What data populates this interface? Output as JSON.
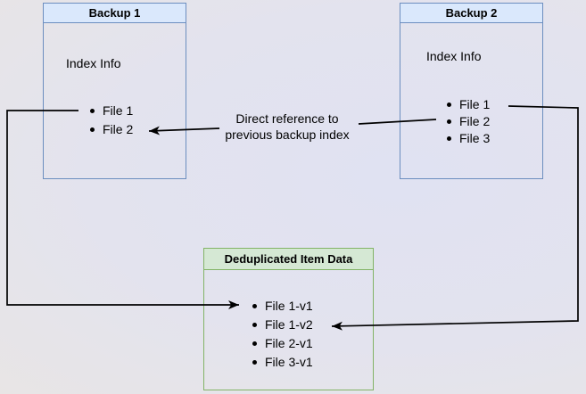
{
  "diagram": {
    "backup1": {
      "title": "Backup 1",
      "subtitle": "Index Info",
      "files": [
        "File 1",
        "File 2"
      ]
    },
    "backup2": {
      "title": "Backup 2",
      "subtitle": "Index Info",
      "files": [
        "File 1",
        "File 2",
        "File 3"
      ]
    },
    "dedup": {
      "title": "Deduplicated Item Data",
      "files": [
        "File 1-v1",
        "File 1-v2",
        "File 2-v1",
        "File 3-v1"
      ]
    },
    "edge_label": {
      "line1": "Direct reference to",
      "line2": "previous backup index"
    },
    "colors": {
      "blue_fill": "#dae8fc",
      "blue_border": "#6c8ebf",
      "green_fill": "#d5e8d4",
      "green_border": "#82b366",
      "arrow": "#000000"
    }
  }
}
